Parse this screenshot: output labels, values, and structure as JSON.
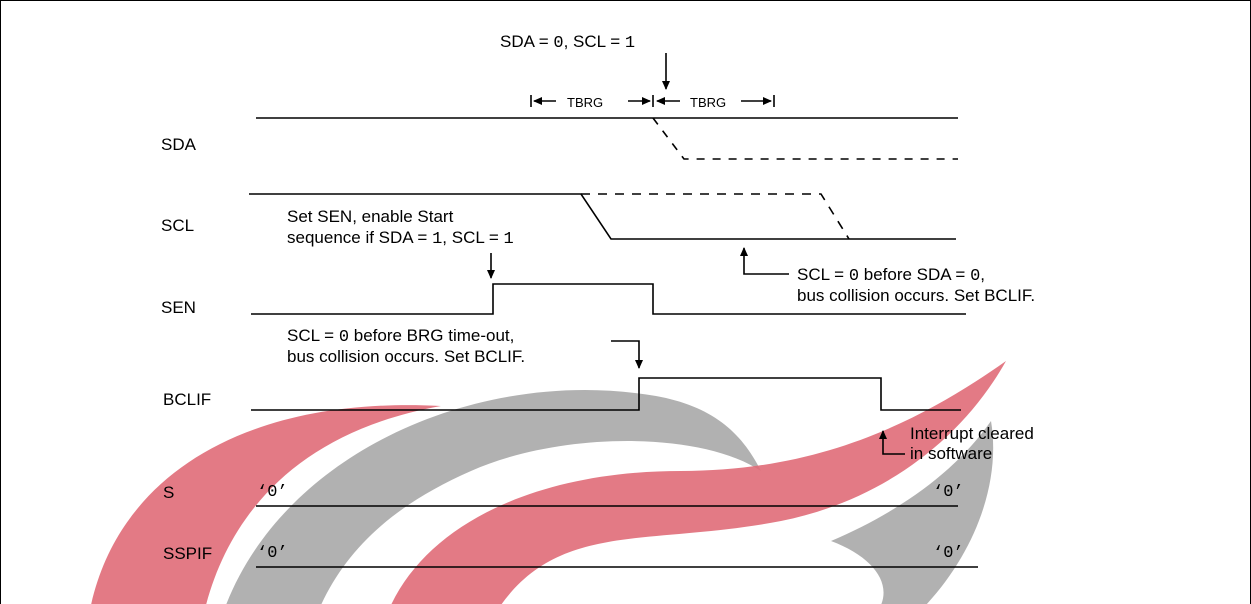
{
  "signals": {
    "sda": "SDA",
    "scl": "SCL",
    "sen": "SEN",
    "bclif": "BCLIF",
    "s": "S",
    "sspif": "SSPIF"
  },
  "top_annotation": {
    "sda_eq": "SDA = ",
    "sda_val": "0",
    "scl_eq": ", SCL = ",
    "scl_val": "1"
  },
  "tbrg": "TBRG",
  "zero_mark": "‘0’",
  "note_start": {
    "line1": "Set SEN, enable Start",
    "line2_a": "sequence if SDA = ",
    "line2_b": "1",
    "line2_c": ", SCL = ",
    "line2_d": "1"
  },
  "note_scl_before_sda": {
    "line1_a": "SCL = ",
    "line1_b": "0",
    "line1_c": " before SDA = ",
    "line1_d": "0",
    "line1_e": ",",
    "line2": "bus collision occurs. Set BCLIF."
  },
  "note_scl_before_brg": {
    "line1_a": "SCL = ",
    "line1_b": "0",
    "line1_c": " before BRG time-out,",
    "line2": "bus collision occurs. Set BCLIF."
  },
  "note_interrupt": {
    "line1": "Interrupt cleared",
    "line2": "in software"
  },
  "colors": {
    "line": "#000000",
    "watermark_red": "#e06b78",
    "watermark_gray": "#a8a8a8"
  }
}
